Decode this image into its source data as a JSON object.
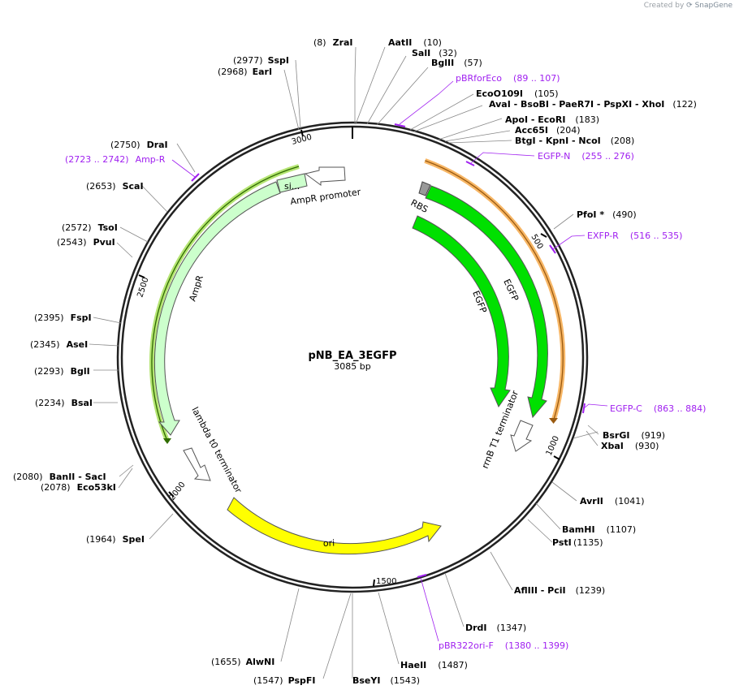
{
  "credit": {
    "created_by": "Created by",
    "brand": "SnapGene"
  },
  "plasmid": {
    "name": "pNB_EA_3EGFP",
    "length": "3085 bp"
  },
  "sites": [
    {
      "name": "ZraI",
      "pos": "(8)"
    },
    {
      "name": "AatII",
      "pos": "(10)"
    },
    {
      "name": "SalI",
      "pos": "(32)"
    },
    {
      "name": "BglII",
      "pos": "(57)"
    },
    {
      "name": "EcoO109I",
      "pos": "(105)"
    },
    {
      "name": "AvaI  - BsoBI  - PaeR7I  - PspXI  - XhoI",
      "pos": "(122)"
    },
    {
      "name": "ApoI  - EcoRI",
      "pos": "(183)"
    },
    {
      "name": "Acc65I",
      "pos": "(204)"
    },
    {
      "name": "BtgI  - KpnI  - NcoI",
      "pos": "(208)"
    },
    {
      "name": "PfoI *",
      "pos": "(490)"
    },
    {
      "name": "BsrGI",
      "pos": "(919)"
    },
    {
      "name": "XbaI",
      "pos": "(930)"
    },
    {
      "name": "AvrII",
      "pos": "(1041)"
    },
    {
      "name": "BamHI",
      "pos": "(1107)"
    },
    {
      "name": "PstI",
      "pos": "(1135)"
    },
    {
      "name": "AflIII  - PciI",
      "pos": "(1239)"
    },
    {
      "name": "DrdI",
      "pos": "(1347)"
    },
    {
      "name": "HaeII",
      "pos": "(1487)"
    },
    {
      "name": "BseYI",
      "pos": "(1543)"
    },
    {
      "name": "PspFI",
      "pos": "(1547)"
    },
    {
      "name": "AlwNI",
      "pos": "(1655)"
    },
    {
      "name": "SpeI",
      "pos": "(1964)"
    },
    {
      "name": "Eco53kI",
      "pos": "(2078)"
    },
    {
      "name": "BanII  - SacI",
      "pos": "(2080)"
    },
    {
      "name": "BsaI",
      "pos": "(2234)"
    },
    {
      "name": "BglI",
      "pos": "(2293)"
    },
    {
      "name": "AseI",
      "pos": "(2345)"
    },
    {
      "name": "FspI",
      "pos": "(2395)"
    },
    {
      "name": "PvuI",
      "pos": "(2543)"
    },
    {
      "name": "TsoI",
      "pos": "(2572)"
    },
    {
      "name": "ScaI",
      "pos": "(2653)"
    },
    {
      "name": "DraI",
      "pos": "(2750)"
    },
    {
      "name": "EarI",
      "pos": "(2968)"
    },
    {
      "name": "SspI",
      "pos": "(2977)"
    }
  ],
  "primers": [
    {
      "name": "pBRforEco",
      "range": "(89 .. 107)"
    },
    {
      "name": "EGFP-N",
      "range": "(255 .. 276)"
    },
    {
      "name": "EXFP-R",
      "range": "(516 .. 535)"
    },
    {
      "name": "EGFP-C",
      "range": "(863 .. 884)"
    },
    {
      "name": "pBR322ori-F",
      "range": "(1380 .. 1399)"
    },
    {
      "name": "Amp-R",
      "range": "(2723 .. 2742)"
    }
  ],
  "features": {
    "ampr_promoter": "AmpR promoter",
    "signal": "si...",
    "ampr": "AmpR",
    "lambda": "lambda t0 terminator",
    "ori": "ori",
    "rbs": "RBS",
    "egfp_outer": "EGFP",
    "egfp_inner": "EGFP",
    "rrnb": "rrnB T1 terminator"
  },
  "ticks": [
    "500",
    "1000",
    "1500",
    "2000",
    "2500",
    "3000"
  ],
  "colors": {
    "primer": "#a020f0",
    "egfp": "#00e000",
    "ori": "#ffff00",
    "ampr": "#ccffcc",
    "orange_highlight": "#f6a94a",
    "green_highlight": "#7fc200"
  }
}
